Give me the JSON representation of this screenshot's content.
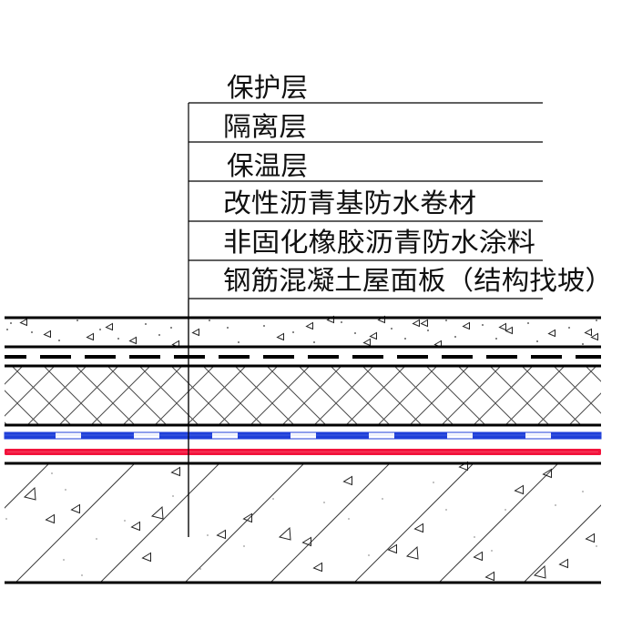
{
  "labels": [
    {
      "text": "保护层"
    },
    {
      "text": "隔离层"
    },
    {
      "text": "保温层"
    },
    {
      "text": "改性沥青基防水卷材"
    },
    {
      "text": "非固化橡胶沥青防水涂料"
    },
    {
      "text": "钢筋混凝土屋面板（结构找坡）"
    }
  ],
  "colors": {
    "line": "#000000",
    "membrane_blue": "#1f3fd9",
    "coating_red": "#f2143c",
    "background": "#ffffff"
  }
}
